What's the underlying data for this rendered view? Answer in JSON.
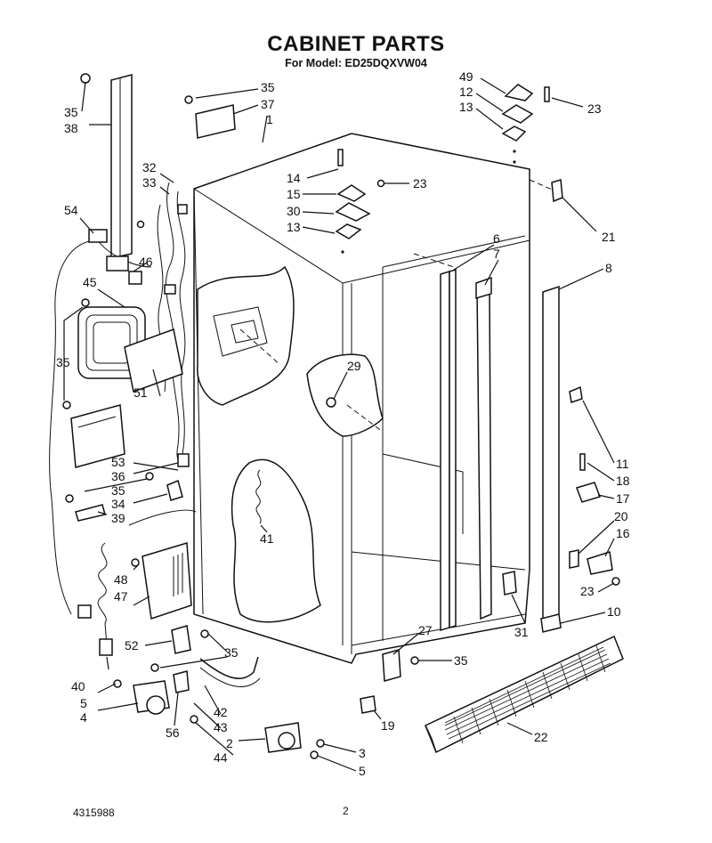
{
  "header": {
    "title": "CABINET PARTS",
    "subtitle": "For Model: ED25DQXVW04"
  },
  "footer": {
    "doc_number": "4315988",
    "page_number": "2"
  },
  "callouts": [
    {
      "id": "c35a",
      "text": "35"
    },
    {
      "id": "c38",
      "text": "38"
    },
    {
      "id": "c35b",
      "text": "35"
    },
    {
      "id": "c37",
      "text": "37"
    },
    {
      "id": "c1",
      "text": "1"
    },
    {
      "id": "c49",
      "text": "49"
    },
    {
      "id": "c12",
      "text": "12"
    },
    {
      "id": "c13a",
      "text": "13"
    },
    {
      "id": "c23a",
      "text": "23"
    },
    {
      "id": "c32",
      "text": "32"
    },
    {
      "id": "c33",
      "text": "33"
    },
    {
      "id": "c14",
      "text": "14"
    },
    {
      "id": "c15",
      "text": "15"
    },
    {
      "id": "c23b",
      "text": "23"
    },
    {
      "id": "c30",
      "text": "30"
    },
    {
      "id": "c13b",
      "text": "13"
    },
    {
      "id": "c54",
      "text": "54"
    },
    {
      "id": "c21",
      "text": "21"
    },
    {
      "id": "c46",
      "text": "46"
    },
    {
      "id": "c6",
      "text": "6"
    },
    {
      "id": "c7",
      "text": "7"
    },
    {
      "id": "c8",
      "text": "8"
    },
    {
      "id": "c45",
      "text": "45"
    },
    {
      "id": "c35c",
      "text": "35"
    },
    {
      "id": "c29",
      "text": "29"
    },
    {
      "id": "c51",
      "text": "51"
    },
    {
      "id": "c11",
      "text": "11"
    },
    {
      "id": "c53",
      "text": "53"
    },
    {
      "id": "c36",
      "text": "36"
    },
    {
      "id": "c18",
      "text": "18"
    },
    {
      "id": "c35d",
      "text": "35"
    },
    {
      "id": "c34",
      "text": "34"
    },
    {
      "id": "c17",
      "text": "17"
    },
    {
      "id": "c39",
      "text": "39"
    },
    {
      "id": "c41",
      "text": "41"
    },
    {
      "id": "c20",
      "text": "20"
    },
    {
      "id": "c16",
      "text": "16"
    },
    {
      "id": "c48",
      "text": "48"
    },
    {
      "id": "c23c",
      "text": "23"
    },
    {
      "id": "c47",
      "text": "47"
    },
    {
      "id": "c10",
      "text": "10"
    },
    {
      "id": "c31",
      "text": "31"
    },
    {
      "id": "c27",
      "text": "27"
    },
    {
      "id": "c52",
      "text": "52"
    },
    {
      "id": "c35e",
      "text": "35"
    },
    {
      "id": "c35f",
      "text": "35"
    },
    {
      "id": "c40",
      "text": "40"
    },
    {
      "id": "c5a",
      "text": "5"
    },
    {
      "id": "c4",
      "text": "4"
    },
    {
      "id": "c42",
      "text": "42"
    },
    {
      "id": "c56",
      "text": "56"
    },
    {
      "id": "c43",
      "text": "43"
    },
    {
      "id": "c19",
      "text": "19"
    },
    {
      "id": "c22",
      "text": "22"
    },
    {
      "id": "c2",
      "text": "2"
    },
    {
      "id": "c3",
      "text": "3"
    },
    {
      "id": "c44",
      "text": "44"
    },
    {
      "id": "c5b",
      "text": "5"
    }
  ]
}
